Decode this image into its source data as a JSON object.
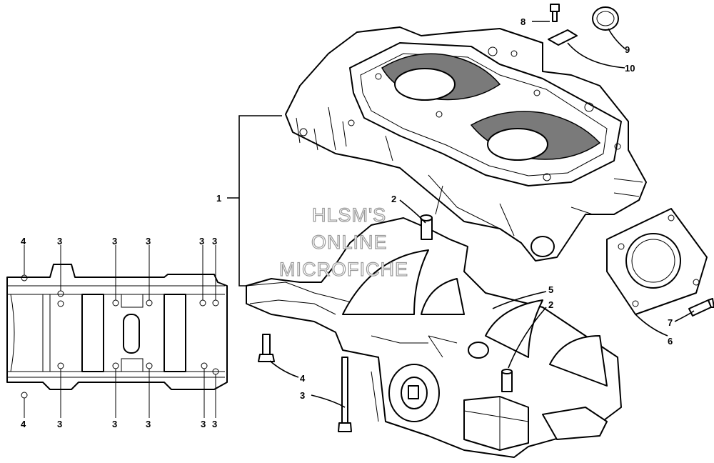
{
  "watermark": {
    "line1": "HLSM'S",
    "line2": "ONLINE",
    "line3": "MICROFICHE"
  },
  "callouts": {
    "c1": "1",
    "c2a": "2",
    "c2b": "2",
    "c3": "3",
    "c4": "4",
    "c5": "5",
    "c6": "6",
    "c7": "7",
    "c8": "8",
    "c9": "9",
    "c10": "10"
  },
  "inset_callouts": {
    "top": [
      "4",
      "3",
      "3",
      "3",
      "3",
      "3"
    ],
    "bottom": [
      "4",
      "3",
      "3",
      "3",
      "3",
      "3"
    ]
  },
  "colors": {
    "line": "#000000",
    "watermark_outline": "#9a9a9a",
    "shading": "#7a7a7a"
  }
}
